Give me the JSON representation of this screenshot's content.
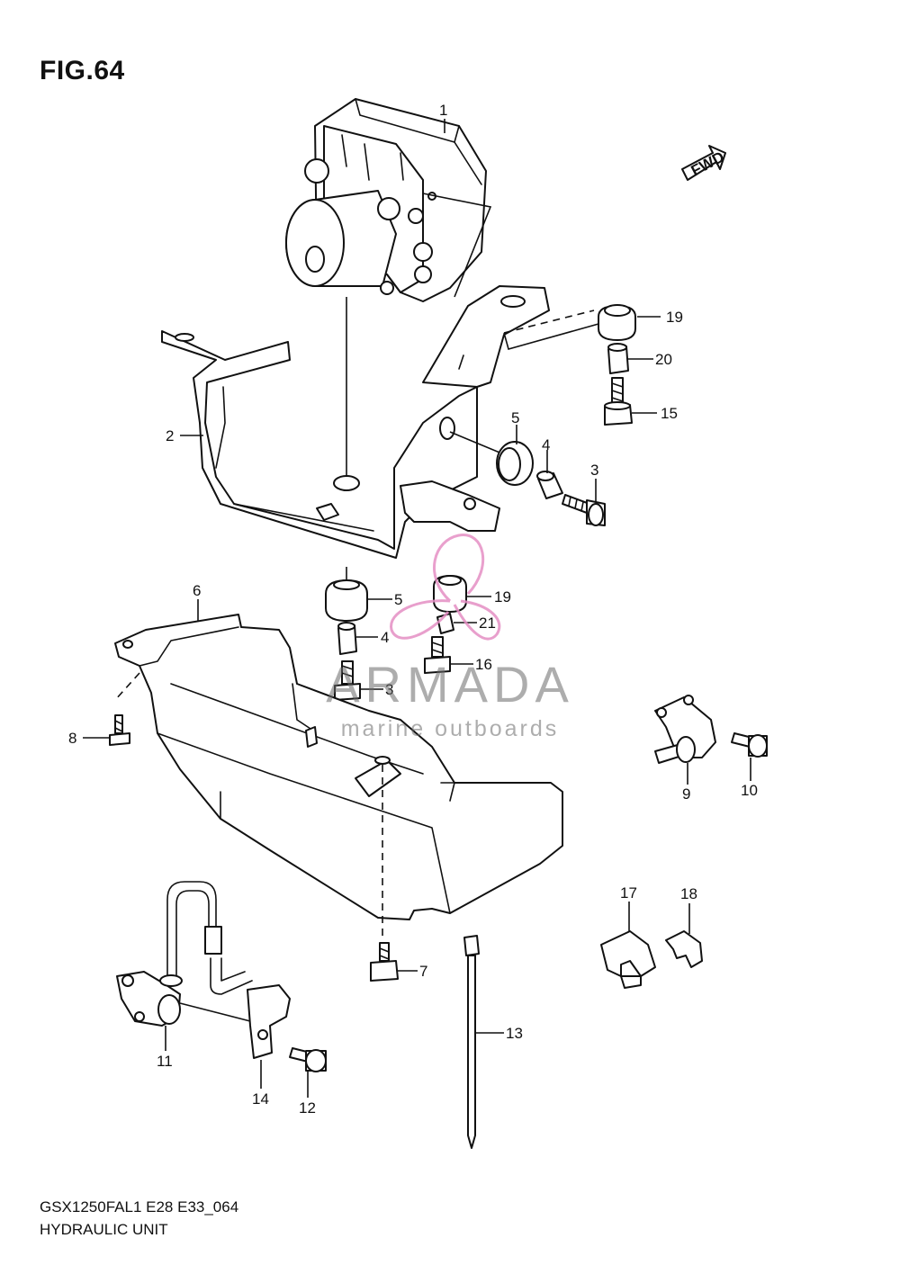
{
  "figure": {
    "title": "FIG.64",
    "model_code": "GSX1250FAL1 E28 E33_064",
    "assembly_name": "HYDRAULIC UNIT"
  },
  "fwd_arrow": {
    "label": "FWD",
    "icon": "fwd-arrow-icon"
  },
  "watermark": {
    "name": "ARMADA",
    "tagline": "marine outboards",
    "logo_icon": "propeller-logo-icon",
    "color": "#e58fc4"
  },
  "callouts": [
    {
      "id": "c1",
      "label": "1"
    },
    {
      "id": "c2",
      "label": "2"
    },
    {
      "id": "c3a",
      "label": "3"
    },
    {
      "id": "c3b",
      "label": "3"
    },
    {
      "id": "c4a",
      "label": "4"
    },
    {
      "id": "c4b",
      "label": "4"
    },
    {
      "id": "c5a",
      "label": "5"
    },
    {
      "id": "c5b",
      "label": "5"
    },
    {
      "id": "c6",
      "label": "6"
    },
    {
      "id": "c7",
      "label": "7"
    },
    {
      "id": "c8",
      "label": "8"
    },
    {
      "id": "c9",
      "label": "9"
    },
    {
      "id": "c10",
      "label": "10"
    },
    {
      "id": "c11",
      "label": "11"
    },
    {
      "id": "c12",
      "label": "12"
    },
    {
      "id": "c13",
      "label": "13"
    },
    {
      "id": "c14",
      "label": "14"
    },
    {
      "id": "c15",
      "label": "15"
    },
    {
      "id": "c16",
      "label": "16"
    },
    {
      "id": "c17",
      "label": "17"
    },
    {
      "id": "c18",
      "label": "18"
    },
    {
      "id": "c19a",
      "label": "19"
    },
    {
      "id": "c19b",
      "label": "19"
    },
    {
      "id": "c20",
      "label": "20"
    },
    {
      "id": "c21",
      "label": "21"
    }
  ]
}
